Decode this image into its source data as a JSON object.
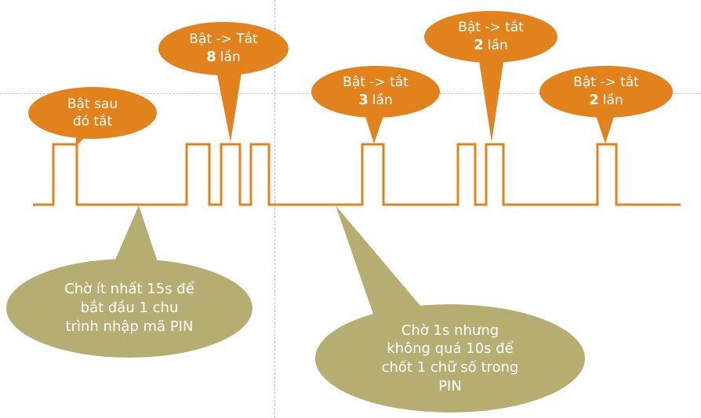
{
  "diagram": {
    "title_context": "PIN entry by power toggling timing diagram",
    "colors": {
      "pulse_line": "#E1821C",
      "callout_fill": "#E1821C",
      "note_fill": "#B5AD72",
      "text": "#FFFFFF",
      "guide": "#C6C6C6"
    },
    "waveform": {
      "pulse_groups": [
        1,
        3,
        1,
        2,
        1
      ]
    },
    "callouts": [
      {
        "name": "on-then-off",
        "lines": [
          "Bật sau",
          "đó tắt"
        ]
      },
      {
        "name": "toggle-8",
        "line1": "Bật -> Tắt",
        "count": "8",
        "unit": "lần"
      },
      {
        "name": "toggle-3",
        "line1": "Bật -> tắt",
        "count": "3",
        "unit": "lần"
      },
      {
        "name": "toggle-2-first",
        "line1": "Bật -> tắt",
        "count": "2",
        "unit": "lần"
      },
      {
        "name": "toggle-2-second",
        "line1": "Bật -> tắt",
        "count": "2",
        "unit": "lần"
      }
    ],
    "notes": [
      {
        "name": "wait-15s",
        "lines": [
          "Chờ ít nhất 15s để",
          "bắt đầu 1 chu",
          "trình nhập mã PIN"
        ]
      },
      {
        "name": "wait-1s",
        "lines": [
          "Chờ 1s nhưng",
          "không quá 10s để",
          "chốt 1 chữ số trong",
          "PIN"
        ]
      }
    ]
  }
}
